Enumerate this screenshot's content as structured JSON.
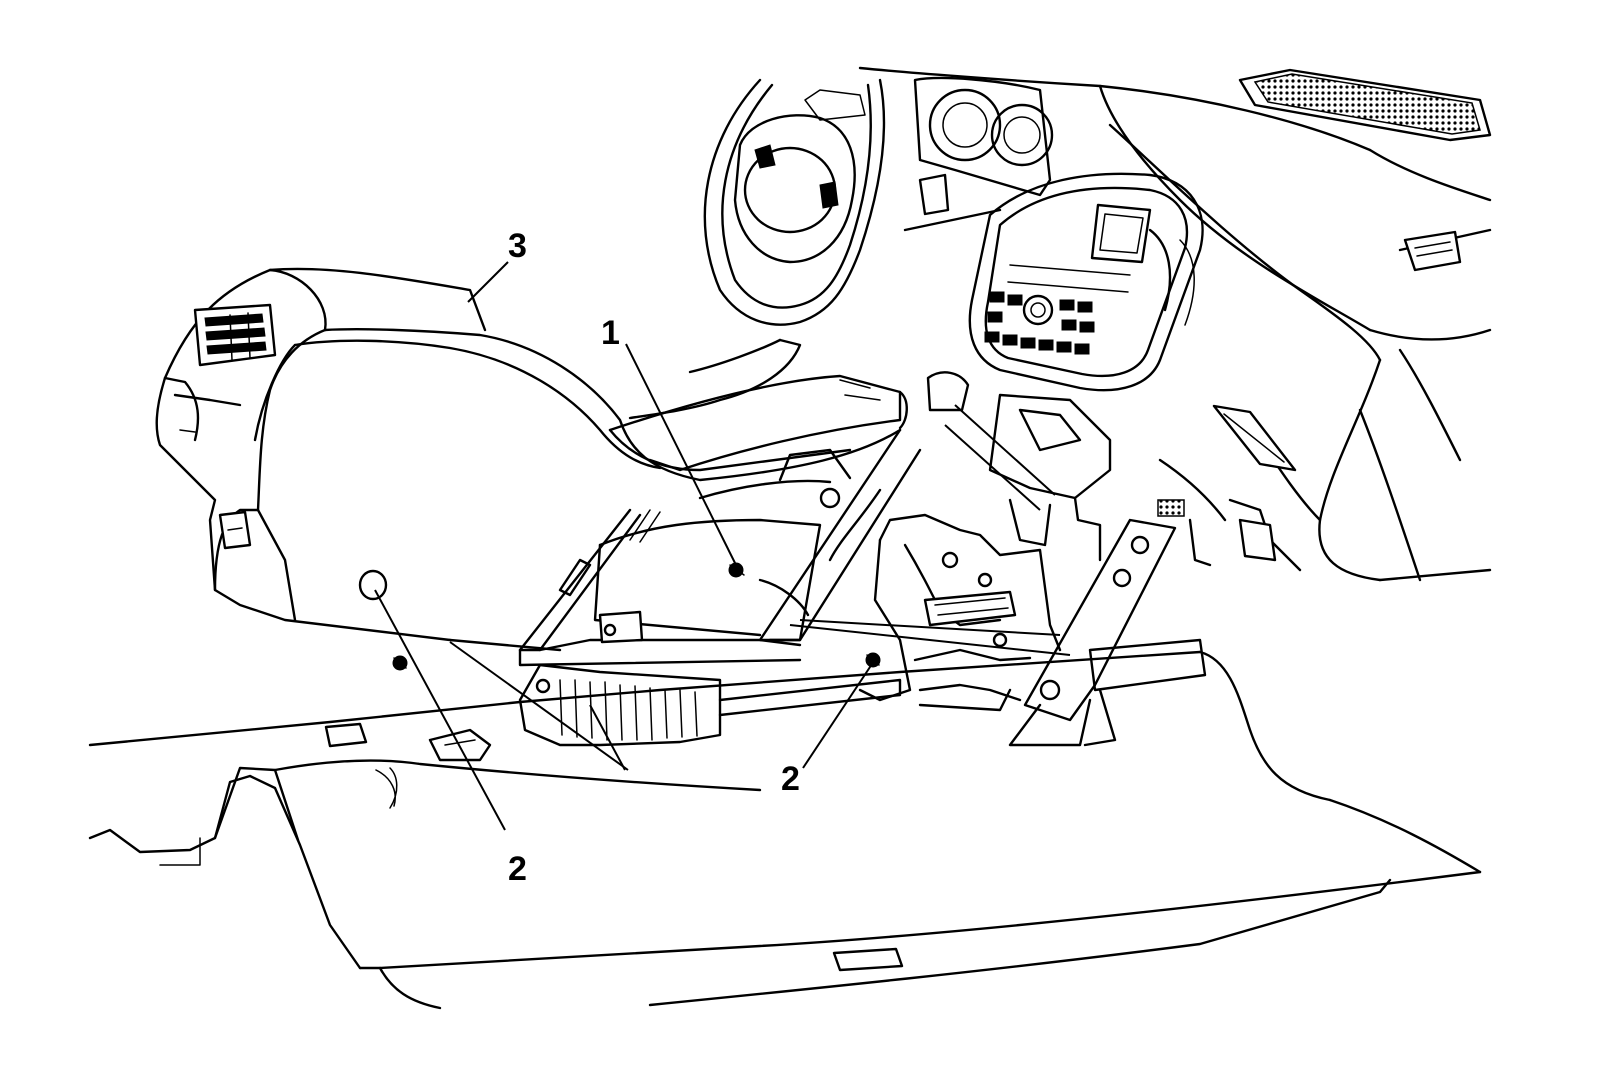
{
  "callouts": {
    "c1": "1",
    "c2a": "2",
    "c2b": "2",
    "c3": "3"
  }
}
